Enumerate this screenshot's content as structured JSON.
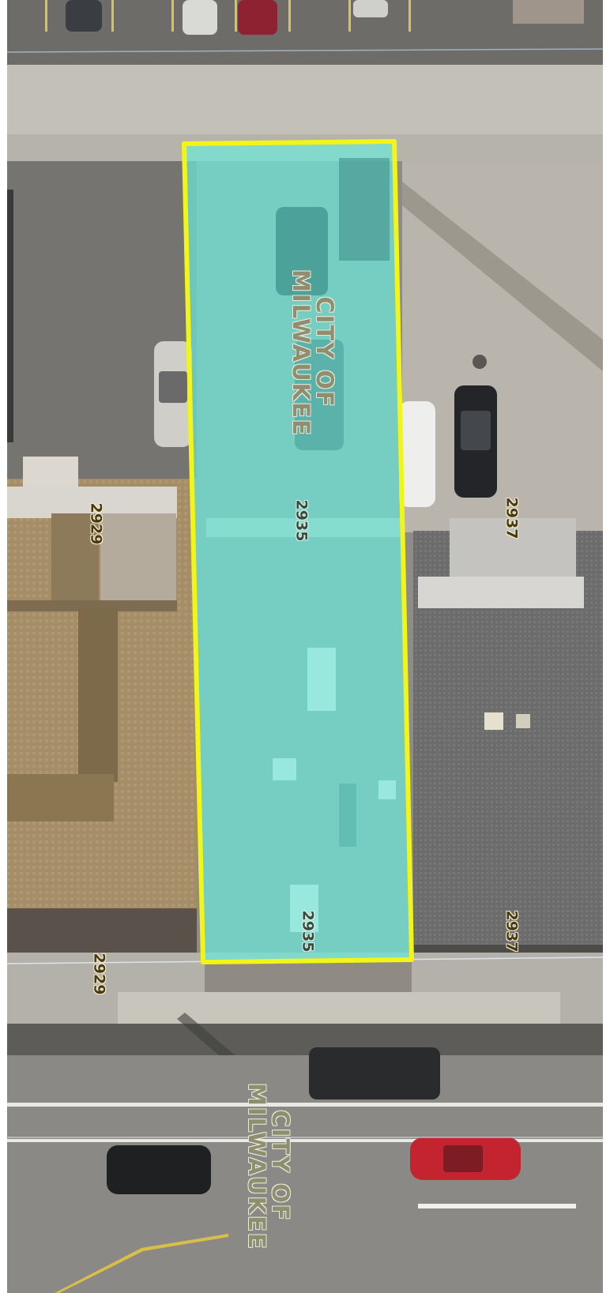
{
  "map": {
    "imagery": "aerial-orthophoto",
    "colors": {
      "parcel_outline": "#f2f516",
      "parcel_fill": "#6ee8d8",
      "pavement": "#9a9894",
      "sidewalk": "#c9c6bf",
      "roof_tan": "#a9916c",
      "roof_gray": "#6f6f6f"
    },
    "selected_parcel": {
      "address": "2935",
      "address_repeat": "2935"
    },
    "address_labels": [
      {
        "id": "2929-north",
        "text": "2929"
      },
      {
        "id": "2929-south",
        "text": "2929"
      },
      {
        "id": "2937-north",
        "text": "2937"
      },
      {
        "id": "2937-south",
        "text": "2937"
      }
    ],
    "municipality_labels": [
      {
        "id": "on-parcel",
        "text": "CITY OF\nMILWAUKEE"
      },
      {
        "id": "on-street",
        "text": "CITY OF\nMILWAUKEE"
      }
    ]
  }
}
